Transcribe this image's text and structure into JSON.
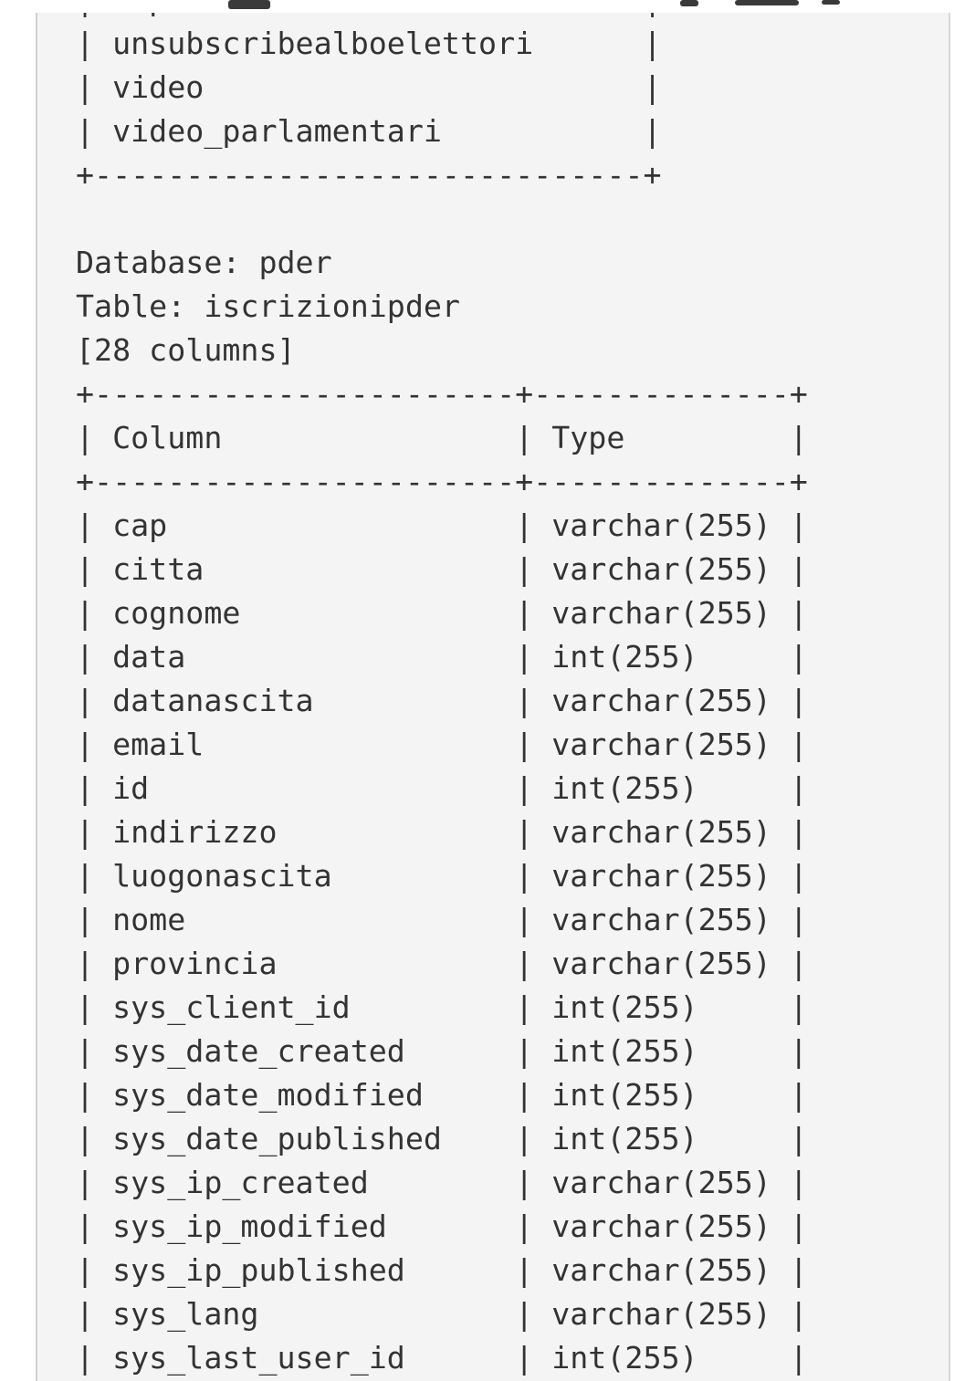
{
  "terminal": {
    "lines": [
      "| tiporesta                    |",
      "| unsubscribealboelettori      |",
      "| video                        |",
      "| video_parlamentari           |",
      "+------------------------------+",
      "",
      "Database: pder",
      "Table: iscrizionipder",
      "[28 columns]",
      "+-----------------------+--------------+",
      "| Column                | Type         |",
      "+-----------------------+--------------+",
      "| cap                   | varchar(255) |",
      "| citta                 | varchar(255) |",
      "| cognome               | varchar(255) |",
      "| data                  | int(255)     |",
      "| datanascita           | varchar(255) |",
      "| email                 | varchar(255) |",
      "| id                    | int(255)     |",
      "| indirizzo             | varchar(255) |",
      "| luogonascita          | varchar(255) |",
      "| nome                  | varchar(255) |",
      "| provincia             | varchar(255) |",
      "| sys_client_id         | int(255)     |",
      "| sys_date_created      | int(255)     |",
      "| sys_date_modified     | int(255)     |",
      "| sys_date_published    | int(255)     |",
      "| sys_ip_created        | varchar(255) |",
      "| sys_ip_modified       | varchar(255) |",
      "| sys_ip_published      | varchar(255) |",
      "| sys_lang              | varchar(255) |",
      "| sys_last_user_id      | int(255)     |"
    ]
  },
  "colors": {
    "page_background": "#ffffff",
    "code_background": "#f4f4f4",
    "text": "#333333"
  }
}
